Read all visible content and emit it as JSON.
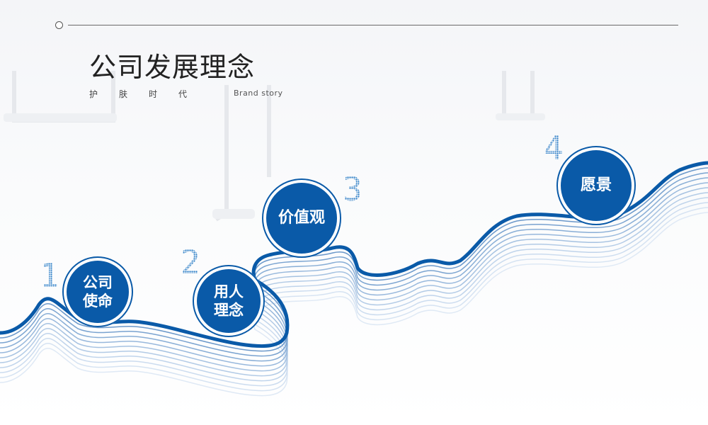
{
  "header": {
    "title": "公司发展理念",
    "subtitle_cn": "护肤时代",
    "subtitle_en": "Brand story"
  },
  "steps": [
    {
      "number": "1",
      "label_line1": "公司",
      "label_line2": "使命"
    },
    {
      "number": "2",
      "label_line1": "用人",
      "label_line2": "理念"
    },
    {
      "number": "3",
      "label_line1": "价值观",
      "label_line2": ""
    },
    {
      "number": "4",
      "label_line1": "愿景",
      "label_line2": ""
    }
  ],
  "colors": {
    "accent": "#0a5aa8",
    "wave_light": "#8fb3dc",
    "number_dots": "#2f7fc7"
  }
}
